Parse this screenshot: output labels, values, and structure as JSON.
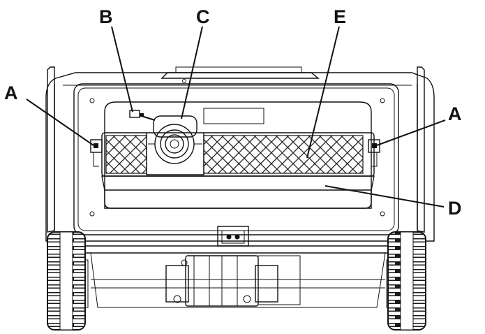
{
  "callouts": {
    "a_left": "A",
    "a_right": "A",
    "b": "B",
    "c": "C",
    "d": "D",
    "e": "E"
  }
}
